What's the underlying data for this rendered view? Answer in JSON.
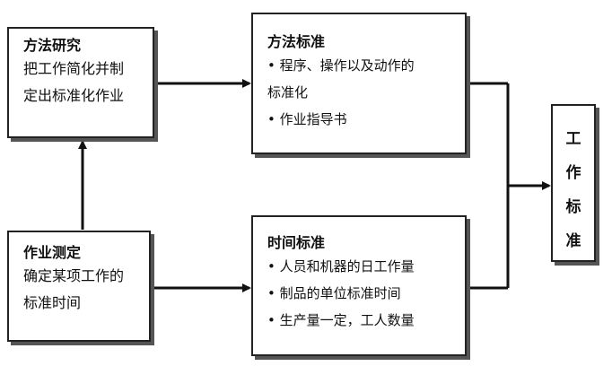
{
  "method_study": {
    "title": "方法研究",
    "lines": [
      "把工作简化并制",
      "定出标准化作业"
    ]
  },
  "work_measurement": {
    "title": "作业测定",
    "lines": [
      "确定某项工作的",
      "标准时间"
    ]
  },
  "method_standard": {
    "title": "方法标准",
    "lines": [
      "• 程序、操作以及动作的",
      "标准化",
      "• 作业指导书"
    ]
  },
  "time_standard": {
    "title": "时间标准",
    "lines": [
      "• 人员和机器的日工作量",
      "• 制品的单位标准时间",
      "• 生产量一定，工人数量"
    ]
  },
  "work_standard": {
    "chars": [
      "工",
      "作",
      "标",
      "准"
    ]
  }
}
